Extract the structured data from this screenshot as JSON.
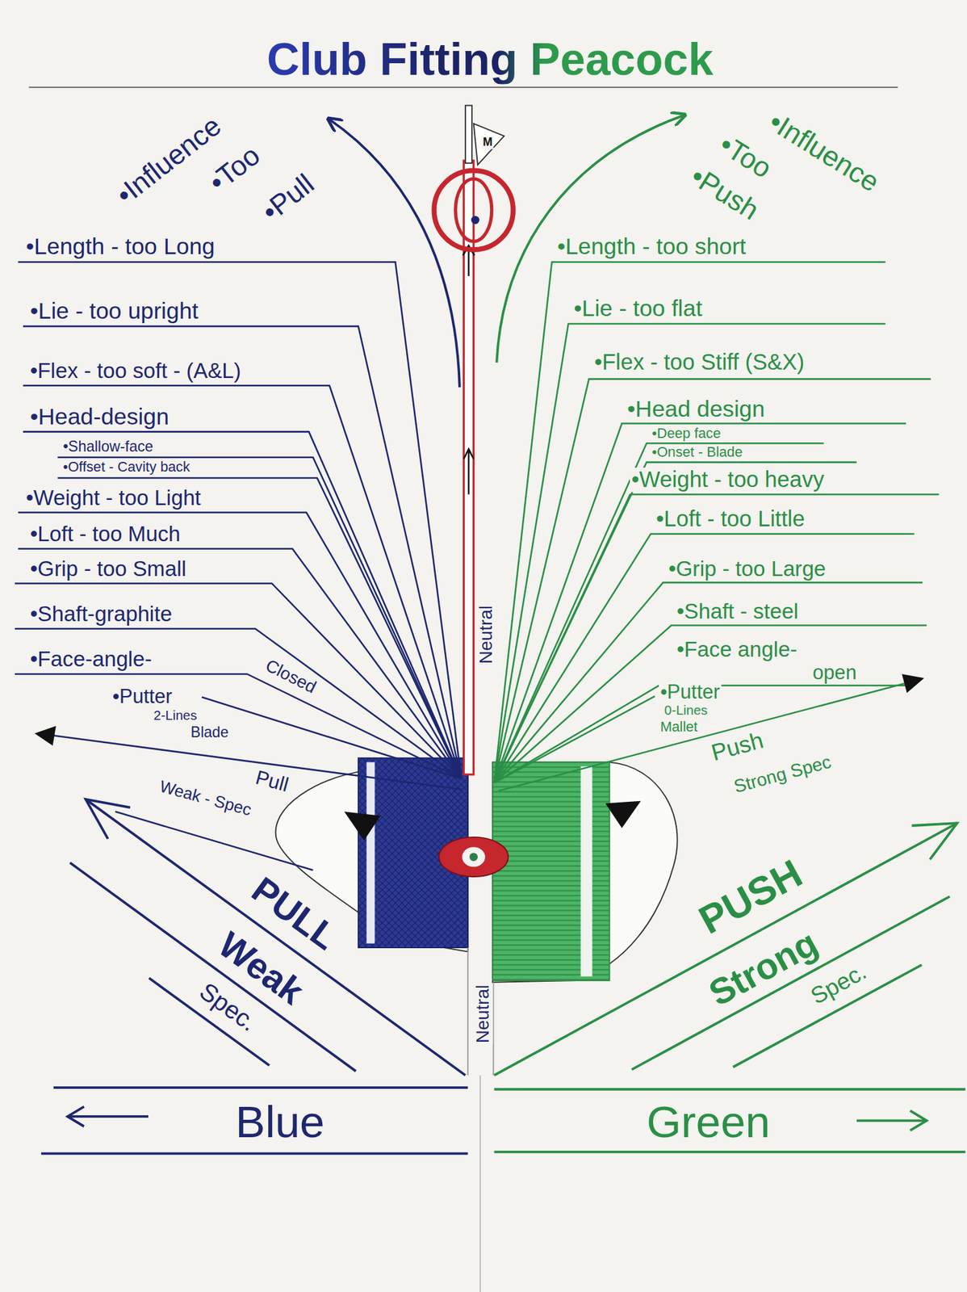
{
  "diagram": {
    "title": "Club Fitting Peacock",
    "labels": [
      "•Influence",
      "•Too",
      "•Pull",
      "•Influence",
      "•Too",
      "•Push",
      "•Length - too Long",
      "•Lie - too upright",
      "•Flex - too soft - (A&L)",
      "•Head-design",
      "•Shallow-face",
      "•Offset - Cavity back",
      "•Weight - too Light",
      "•Loft - too Much",
      "•Grip - too Small",
      "•Shaft-graphite",
      "•Face-angle-",
      "Closed",
      "•Putter",
      "2-Lines",
      "Blade",
      "Pull",
      "Weak - Spec",
      "PULL",
      "Weak",
      "Spec.",
      "Blue",
      "•Length - too short",
      "•Lie - too flat",
      "•Flex - too Stiff (S&X)",
      "•Head design",
      "•Deep face",
      "•Onset - Blade",
      "•Weight - too heavy",
      "•Loft - too Little",
      "•Grip - too Large",
      "•Shaft - steel",
      "•Face angle-",
      "open",
      "•Putter",
      "0-Lines",
      "Mallet",
      "Push",
      "Strong Spec",
      "PUSH",
      "Strong",
      "Spec.",
      "Green",
      "Neutral",
      "Neutral",
      "M"
    ]
  }
}
